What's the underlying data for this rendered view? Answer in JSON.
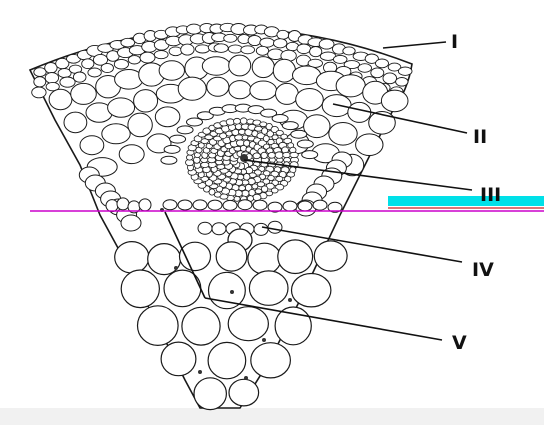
{
  "labels": [
    {
      "id": "I",
      "text": "I"
    },
    {
      "id": "II",
      "text": "II"
    },
    {
      "id": "III",
      "text": "III"
    },
    {
      "id": "IV",
      "text": "IV"
    },
    {
      "id": "V",
      "text": "V"
    }
  ],
  "colors": {
    "background": "#ffffff",
    "ink": "#1a1a1a",
    "magenta_line": "#cc00cc",
    "cyan_bar": "#00e0e8",
    "red_line": "#cc2222",
    "bottom_strip": "#f1f1f1"
  }
}
